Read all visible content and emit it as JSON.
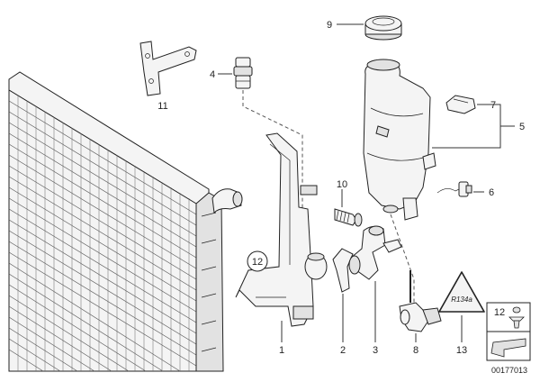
{
  "callouts": {
    "c1": "1",
    "c2": "2",
    "c3": "3",
    "c4": "4",
    "c5": "5",
    "c6": "6",
    "c7": "7",
    "c8": "8",
    "c9": "9",
    "c10": "10",
    "c11": "11",
    "c12": "12",
    "c12_circled": "12",
    "c13": "13",
    "c12_box": "12"
  },
  "sticker": {
    "text": "R134a"
  },
  "footer": {
    "code": "00177013"
  }
}
